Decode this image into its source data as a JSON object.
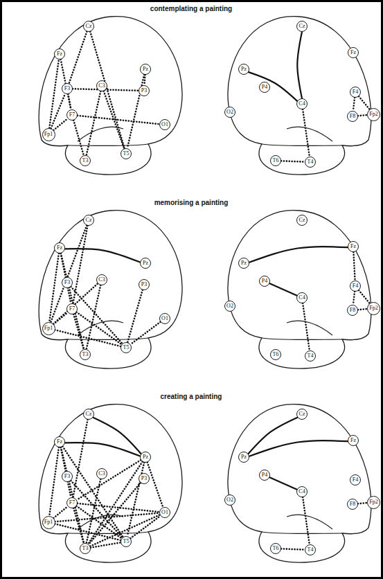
{
  "diagram": {
    "nodes": [
      {
        "text": [
          "Cz"
        ]
      },
      {
        "text": [
          "Fz"
        ]
      },
      {
        "text": [
          "Pz"
        ]
      },
      {
        "text": [
          "F3"
        ]
      },
      {
        "text": [
          "C3"
        ]
      },
      {
        "text": [
          "P3"
        ]
      },
      {
        "text": [
          "Fp1"
        ]
      },
      {
        "text": [
          "F7"
        ]
      },
      {
        "text": [
          "O1"
        ]
      },
      {
        "text": [
          "T3"
        ]
      },
      {
        "text": [
          "T5"
        ]
      },
      {
        "text": [
          "Cz"
        ]
      },
      {
        "text": [
          "Fz"
        ]
      },
      {
        "text": [
          "Pz"
        ]
      },
      {
        "text": [
          "P4"
        ]
      },
      {
        "text": [
          "C4"
        ]
      },
      {
        "text": [
          "F4"
        ]
      },
      {
        "text": [
          "O2"
        ]
      },
      {
        "text": [
          "F8"
        ]
      },
      {
        "text": [
          "Fp2"
        ]
      },
      {
        "text": [
          "T6"
        ]
      },
      {
        "text": [
          "T4"
        ]
      },
      {
        "text": [
          "Cz"
        ]
      },
      {
        "text": [
          "Fz"
        ]
      },
      {
        "text": [
          "Pz"
        ]
      },
      {
        "text": [
          "F3"
        ]
      },
      {
        "text": [
          "C3"
        ]
      },
      {
        "text": [
          "P3"
        ]
      },
      {
        "text": [
          "Fp1"
        ]
      },
      {
        "text": [
          "F7"
        ]
      },
      {
        "text": [
          "O1"
        ]
      },
      {
        "text": [
          "T3"
        ]
      },
      {
        "text": [
          "T5"
        ]
      },
      {
        "text": [
          "Cz"
        ]
      },
      {
        "text": [
          "Fz"
        ]
      },
      {
        "text": [
          "Pz"
        ]
      },
      {
        "text": [
          "P4"
        ]
      },
      {
        "text": [
          "C4"
        ]
      },
      {
        "text": [
          "F4"
        ]
      },
      {
        "text": [
          "O2"
        ]
      },
      {
        "text": [
          "F8"
        ]
      },
      {
        "text": [
          "Fp2"
        ]
      },
      {
        "text": [
          "T6"
        ]
      },
      {
        "text": [
          "T4"
        ]
      },
      {
        "text": [
          "Cz"
        ]
      },
      {
        "text": [
          "Fz"
        ]
      },
      {
        "text": [
          "Pz"
        ]
      },
      {
        "text": [
          "F3"
        ]
      },
      {
        "text": [
          "C3"
        ]
      },
      {
        "text": [
          "P3"
        ]
      },
      {
        "text": [
          "Fp1"
        ]
      },
      {
        "text": [
          "F7"
        ]
      },
      {
        "text": [
          "O1"
        ]
      },
      {
        "text": [
          "T3"
        ]
      },
      {
        "text": [
          "T5"
        ]
      },
      {
        "text": [
          "Cz"
        ]
      },
      {
        "text": [
          "Fz"
        ]
      },
      {
        "text": [
          "Pz"
        ]
      },
      {
        "text": [
          "P4"
        ]
      },
      {
        "text": [
          "C4"
        ]
      },
      {
        "text": [
          "F4"
        ]
      },
      {
        "text": [
          "O2"
        ]
      },
      {
        "text": [
          "F8"
        ]
      },
      {
        "text": [
          "Fp2"
        ]
      },
      {
        "text": [
          "T6"
        ]
      },
      {
        "text": [
          "T4"
        ]
      }
    ],
    "edges": [
      {
        "from": 6,
        "to": 3,
        "arrow": "none"
      },
      {
        "from": 6,
        "to": 7,
        "arrow": "none"
      },
      {
        "from": 6,
        "to": 1,
        "arrow": "none"
      },
      {
        "from": 1,
        "to": 7,
        "arrow": "none"
      },
      {
        "from": 3,
        "to": 7,
        "arrow": "none"
      },
      {
        "from": 0,
        "to": 3,
        "arrow": "none"
      },
      {
        "from": 0,
        "to": 10,
        "arrow": "none"
      },
      {
        "from": 3,
        "to": 5,
        "arrow": "none"
      },
      {
        "from": 4,
        "to": 9,
        "arrow": "none"
      },
      {
        "from": 4,
        "to": 10,
        "arrow": "none"
      },
      {
        "from": 2,
        "to": 10,
        "arrow": "none"
      },
      {
        "from": 2,
        "to": 5,
        "arrow": "none"
      },
      {
        "from": 7,
        "to": 8,
        "arrow": "none"
      },
      {
        "from": 7,
        "to": 9,
        "arrow": "none"
      },
      {
        "from": 11,
        "to": 15,
        "arrow": "none"
      },
      {
        "from": 13,
        "to": 15,
        "arrow": "none"
      },
      {
        "from": 15,
        "to": 21,
        "arrow": "none"
      },
      {
        "from": 20,
        "to": 21,
        "arrow": "none"
      },
      {
        "from": 16,
        "to": 19,
        "arrow": "none"
      },
      {
        "from": 16,
        "to": 18,
        "arrow": "none"
      },
      {
        "from": 18,
        "to": 19,
        "arrow": "none"
      },
      {
        "from": 23,
        "to": 24,
        "arrow": "none"
      },
      {
        "from": 23,
        "to": 28,
        "arrow": "none"
      },
      {
        "from": 23,
        "to": 29,
        "arrow": "none"
      },
      {
        "from": 23,
        "to": 31,
        "arrow": "none"
      },
      {
        "from": 22,
        "to": 29,
        "arrow": "none"
      },
      {
        "from": 22,
        "to": 28,
        "arrow": "none"
      },
      {
        "from": 28,
        "to": 29,
        "arrow": "none"
      },
      {
        "from": 28,
        "to": 26,
        "arrow": "none"
      },
      {
        "from": 28,
        "to": 32,
        "arrow": "none"
      },
      {
        "from": 25,
        "to": 32,
        "arrow": "none"
      },
      {
        "from": 29,
        "to": 31,
        "arrow": "none"
      },
      {
        "from": 29,
        "to": 32,
        "arrow": "none"
      },
      {
        "from": 26,
        "to": 31,
        "arrow": "none"
      },
      {
        "from": 27,
        "to": 32,
        "arrow": "none"
      },
      {
        "from": 30,
        "to": 32,
        "arrow": "none"
      },
      {
        "from": 35,
        "to": 34,
        "arrow": "none"
      },
      {
        "from": 36,
        "to": 37,
        "arrow": "none"
      },
      {
        "from": 37,
        "to": 43,
        "arrow": "none"
      },
      {
        "from": 34,
        "to": 38,
        "arrow": "none"
      },
      {
        "from": 38,
        "to": 40,
        "arrow": "none"
      },
      {
        "from": 38,
        "to": 41,
        "arrow": "none"
      },
      {
        "from": 40,
        "to": 41,
        "arrow": "none"
      },
      {
        "from": 45,
        "to": 46,
        "arrow": "none"
      },
      {
        "from": 44,
        "to": 46,
        "arrow": "none"
      },
      {
        "from": 45,
        "to": 50,
        "arrow": "none"
      },
      {
        "from": 45,
        "to": 51,
        "arrow": "none"
      },
      {
        "from": 45,
        "to": 53,
        "arrow": "none"
      },
      {
        "from": 45,
        "to": 54,
        "arrow": "none"
      },
      {
        "from": 44,
        "to": 51,
        "arrow": "none"
      },
      {
        "from": 50,
        "to": 51,
        "arrow": "none"
      },
      {
        "from": 50,
        "to": 54,
        "arrow": "none"
      },
      {
        "from": 50,
        "to": 52,
        "arrow": "none"
      },
      {
        "from": 47,
        "to": 54,
        "arrow": "none"
      },
      {
        "from": 51,
        "to": 53,
        "arrow": "none"
      },
      {
        "from": 51,
        "to": 54,
        "arrow": "none"
      },
      {
        "from": 51,
        "to": 52,
        "arrow": "none"
      },
      {
        "from": 48,
        "to": 53,
        "arrow": "none"
      },
      {
        "from": 49,
        "to": 53,
        "arrow": "none"
      },
      {
        "from": 46,
        "to": 51,
        "arrow": "none"
      },
      {
        "from": 46,
        "to": 53,
        "arrow": "none"
      },
      {
        "from": 46,
        "to": 54,
        "arrow": "none"
      },
      {
        "from": 46,
        "to": 52,
        "arrow": "none"
      },
      {
        "from": 53,
        "to": 52,
        "arrow": "none"
      },
      {
        "from": 53,
        "to": 54,
        "arrow": "none"
      },
      {
        "from": 54,
        "to": 52,
        "arrow": "none"
      },
      {
        "from": 57,
        "to": 55,
        "arrow": "none"
      },
      {
        "from": 57,
        "to": 56,
        "arrow": "none"
      },
      {
        "from": 58,
        "to": 59,
        "arrow": "none"
      },
      {
        "from": 59,
        "to": 65,
        "arrow": "none"
      },
      {
        "from": 64,
        "to": 65,
        "arrow": "none"
      },
      {
        "from": 62,
        "to": 63,
        "arrow": "none"
      }
    ],
    "labels": [
      "contemplating a painting",
      "memorising a painting",
      "creating a painting"
    ]
  }
}
